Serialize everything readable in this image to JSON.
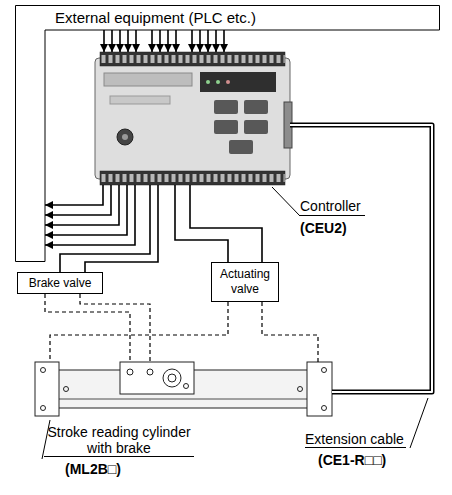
{
  "diagram": {
    "nodes": [
      {
        "text": [
          "External equipment (PLC etc.)"
        ]
      },
      {
        "text": [
          "Controller",
          "(CEU2)"
        ]
      },
      {
        "text": [
          "Brake valve"
        ]
      },
      {
        "text": [
          "Actuating valve"
        ]
      },
      {
        "text": [
          "Stroke reading cylinder with brake",
          "(ML2B□)"
        ]
      }
    ],
    "edges": [
      {
        "from": 0,
        "to": 1,
        "arrow": "to"
      },
      {
        "from": 1,
        "to": 0,
        "arrow": "to"
      },
      {
        "from": 1,
        "to": 2,
        "arrow": "none"
      },
      {
        "from": 1,
        "to": 3,
        "arrow": "none"
      },
      {
        "from": 2,
        "to": 4,
        "arrow": "none"
      },
      {
        "from": 3,
        "to": 4,
        "arrow": "none"
      },
      {
        "from": 1,
        "to": 4,
        "arrow": "none"
      }
    ],
    "labels": [
      "Extension cable",
      "(CE1-R□□)"
    ]
  }
}
